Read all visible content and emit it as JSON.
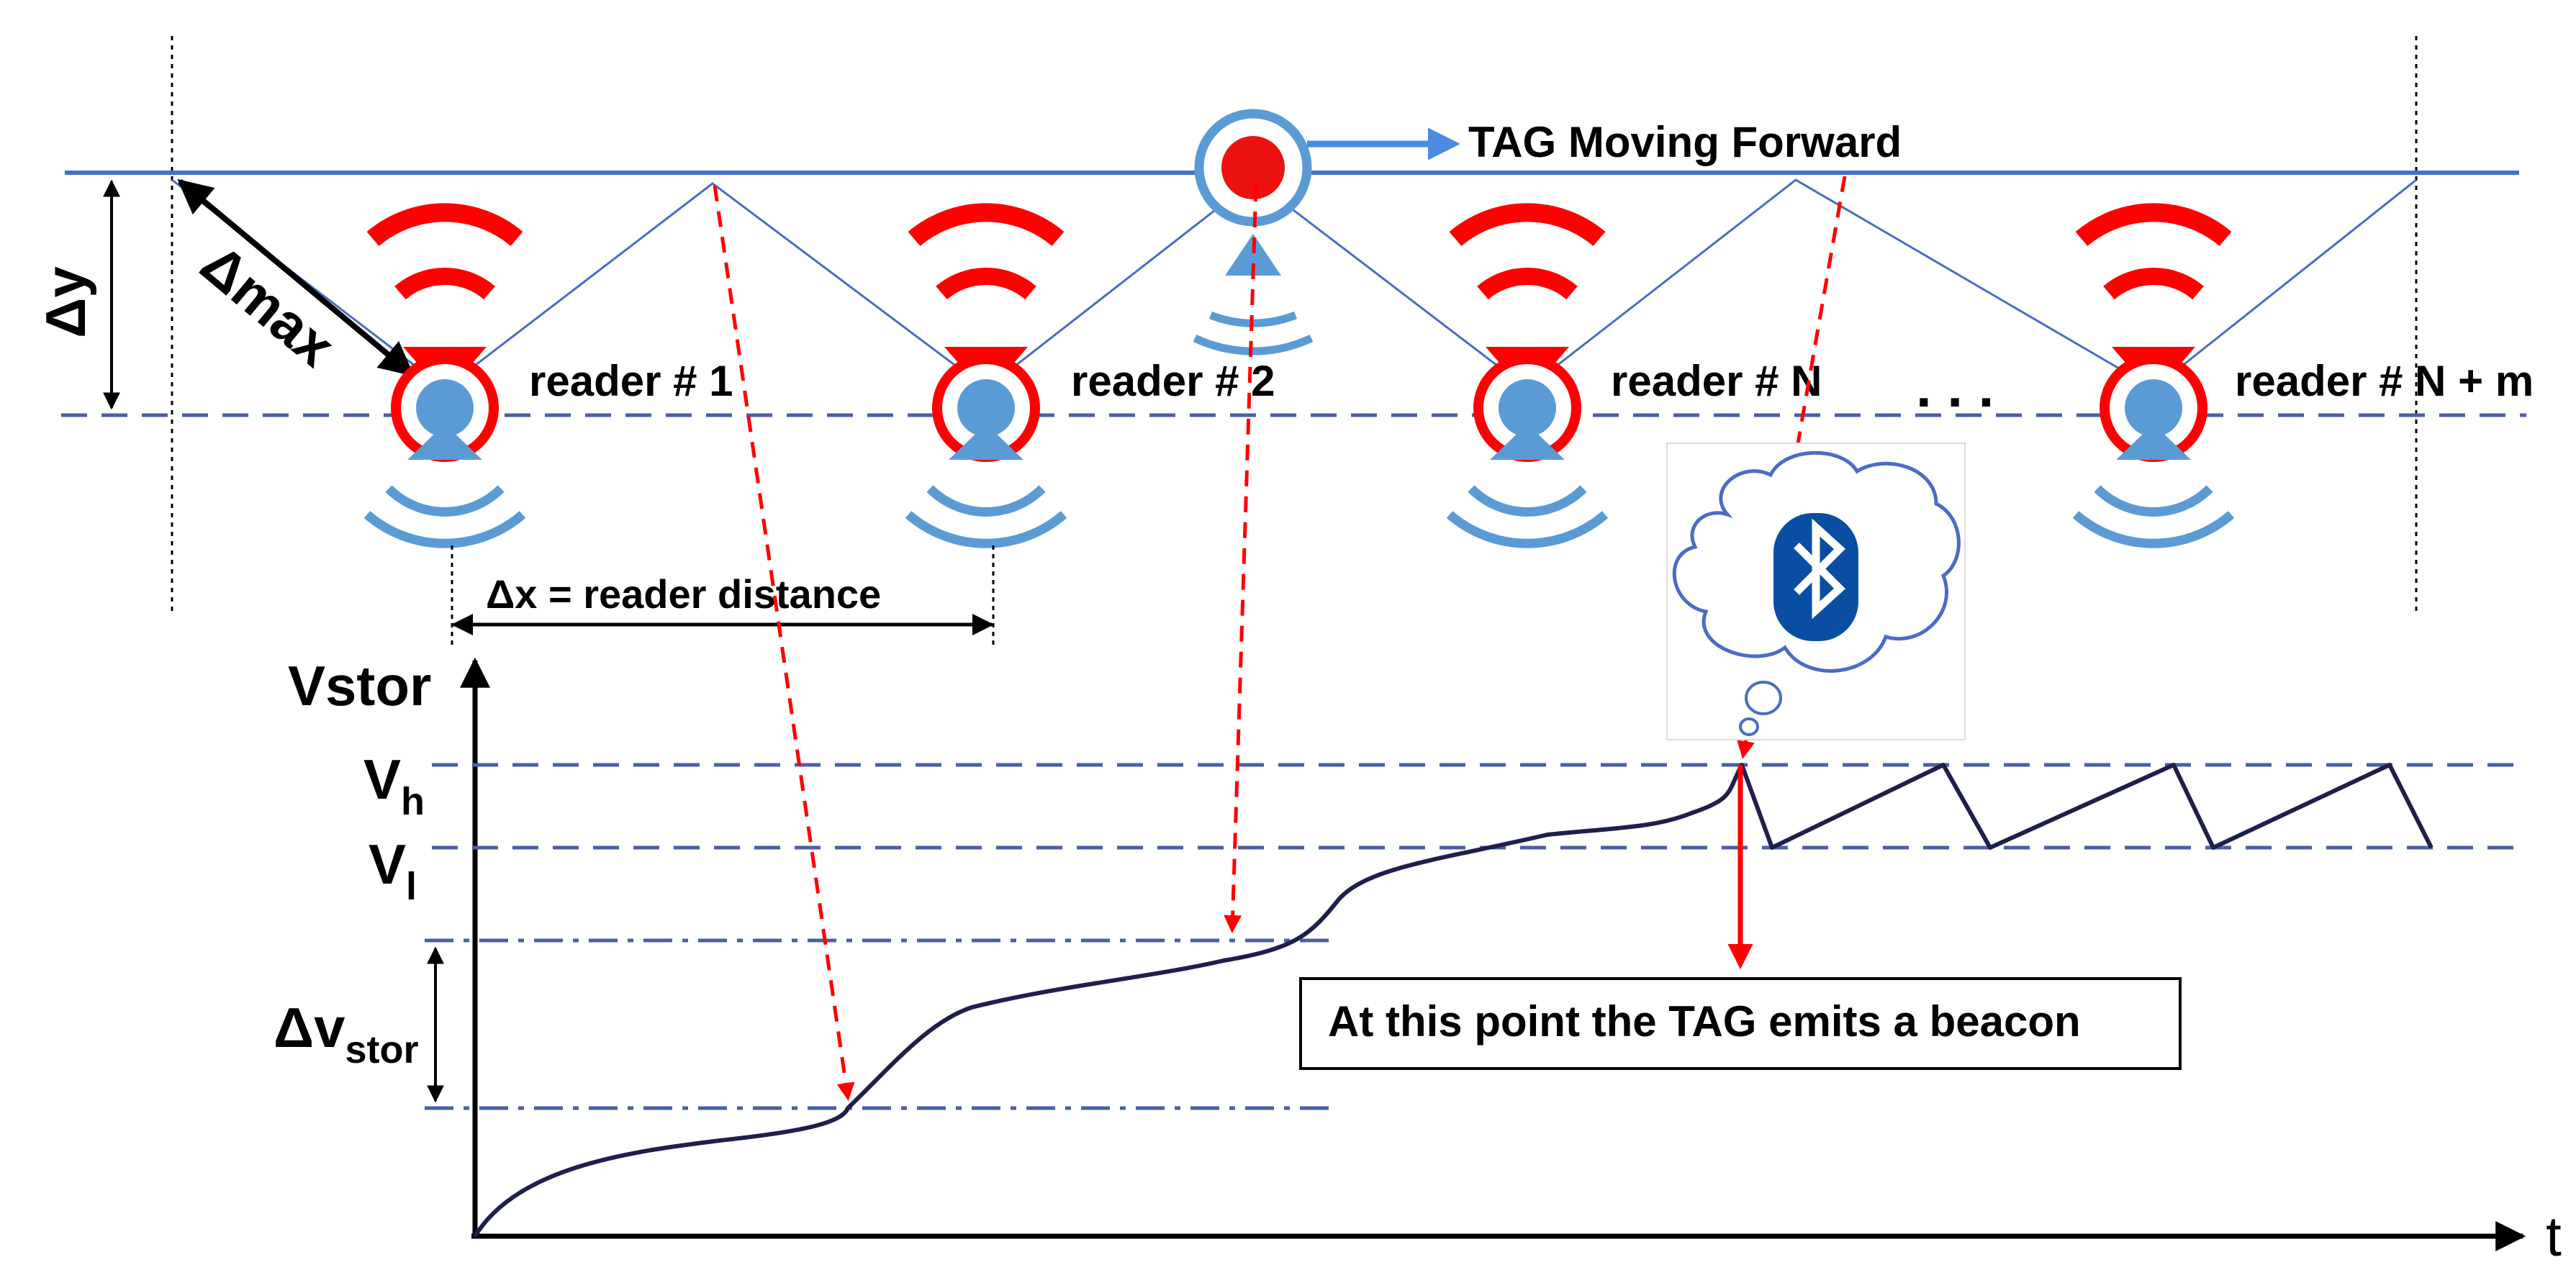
{
  "labels": {
    "tag_moving": "TAG Moving Forward",
    "delta_y": "Δy",
    "delta_max": "Δmax",
    "delta_x": "Δx = reader distance",
    "vstor": "Vstor",
    "v_high_main": "V",
    "v_high_sub": "h",
    "v_low_main": "V",
    "v_low_sub": "l",
    "delta_v_main": "Δv",
    "delta_v_sub": "stor",
    "time_axis": "t",
    "ellipsis": ". . .",
    "beacon_callout": "At this point the TAG emits a beacon"
  },
  "readers": [
    {
      "label": "reader # 1"
    },
    {
      "label": "reader # 2"
    },
    {
      "label": "reader # N"
    },
    {
      "label": "reader # N + m"
    }
  ],
  "colors": {
    "track_line": "#4472C4",
    "dashed_line": "#4A5FA5",
    "reader_red": "#FF0000",
    "reader_blue": "#5B9BD5",
    "tag_red": "#EE1111",
    "curve": "#1F1F4E",
    "arrow_red": "#FF0000",
    "bluetooth_blue": "#0A4EA3",
    "thin_line": "#4A6CC4"
  },
  "icons": {
    "reader": "rfid-reader-icon",
    "tag": "tag-icon",
    "bluetooth": "bluetooth-icon",
    "thought_cloud": "thought-cloud-icon"
  }
}
